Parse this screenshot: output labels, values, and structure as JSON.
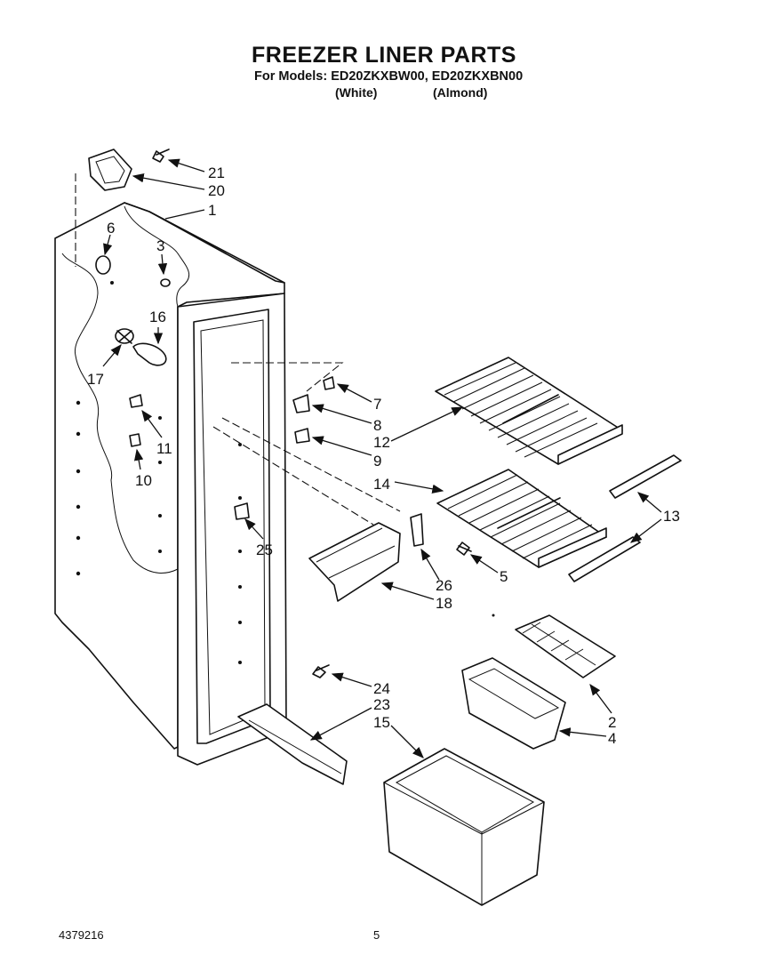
{
  "header": {
    "title": "FREEZER LINER PARTS",
    "models": "For Models: ED20ZKXBW00, ED20ZKXBN00",
    "color_white": "(White)",
    "color_almond": "(Almond)"
  },
  "callouts": [
    "21",
    "20",
    "1",
    "6",
    "3",
    "16",
    "17",
    "11",
    "10",
    "7",
    "8",
    "9",
    "12",
    "14",
    "13",
    "5",
    "25",
    "26",
    "18",
    "2",
    "4",
    "24",
    "23",
    "15"
  ],
  "footer": {
    "doc_number": "4379216",
    "page_number": "5"
  }
}
